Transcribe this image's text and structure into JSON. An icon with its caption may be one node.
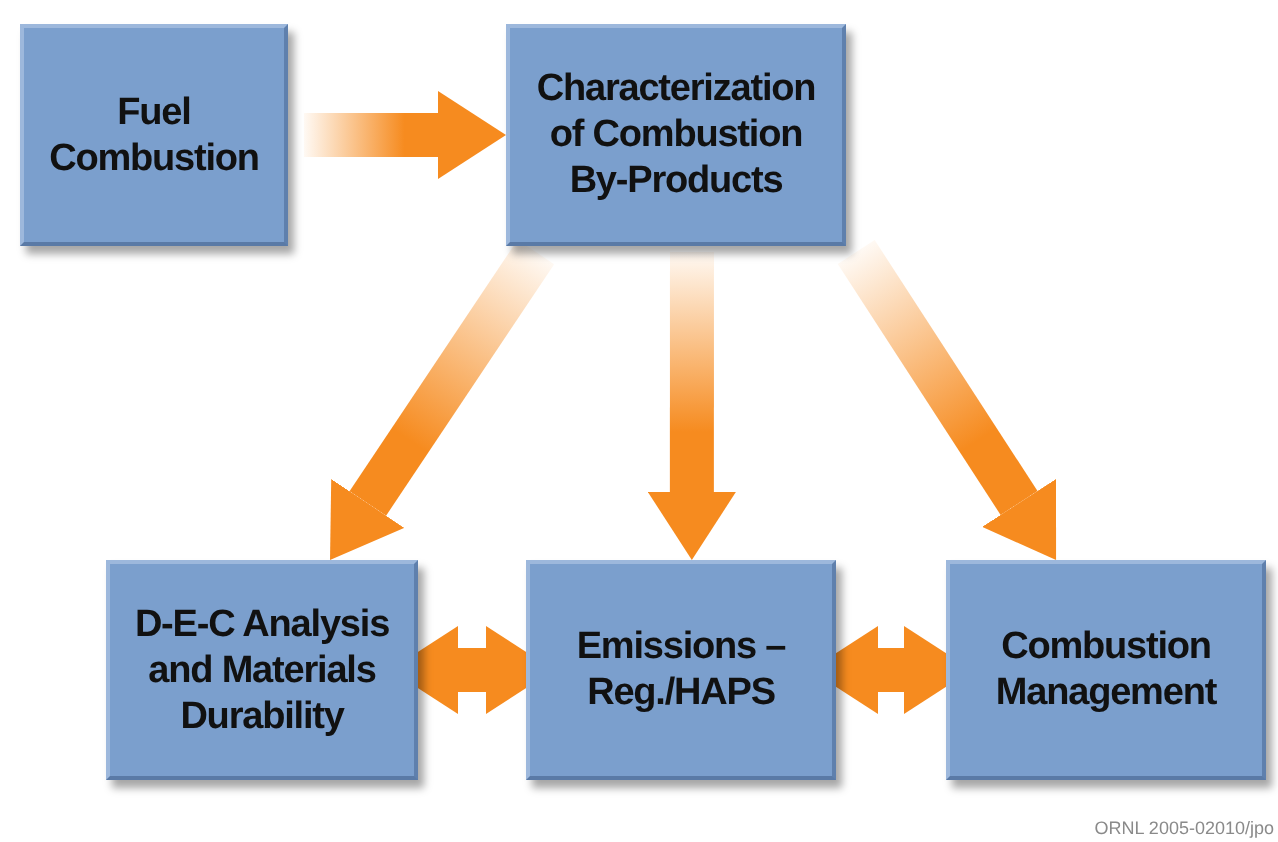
{
  "diagram": {
    "nodes": [
      {
        "text": [
          "Fuel Combustion"
        ]
      },
      {
        "text": [
          "Characterization of Combustion By-Products"
        ]
      },
      {
        "text": [
          "D-E-C Analysis and Materials Durability"
        ]
      },
      {
        "text": [
          "Emissions – Reg./HAPS"
        ]
      },
      {
        "text": [
          "Combustion Management"
        ]
      }
    ],
    "edges": [
      {
        "from": 0,
        "to": 1,
        "arrow": "to"
      },
      {
        "from": 1,
        "to": 2,
        "arrow": "to"
      },
      {
        "from": 1,
        "to": 3,
        "arrow": "to"
      },
      {
        "from": 1,
        "to": 4,
        "arrow": "to"
      },
      {
        "from": 2,
        "to": 3,
        "arrow": "both"
      },
      {
        "from": 3,
        "to": 4,
        "arrow": "both"
      }
    ],
    "labels": [
      "ORNL 2005-02010/jpo"
    ]
  }
}
